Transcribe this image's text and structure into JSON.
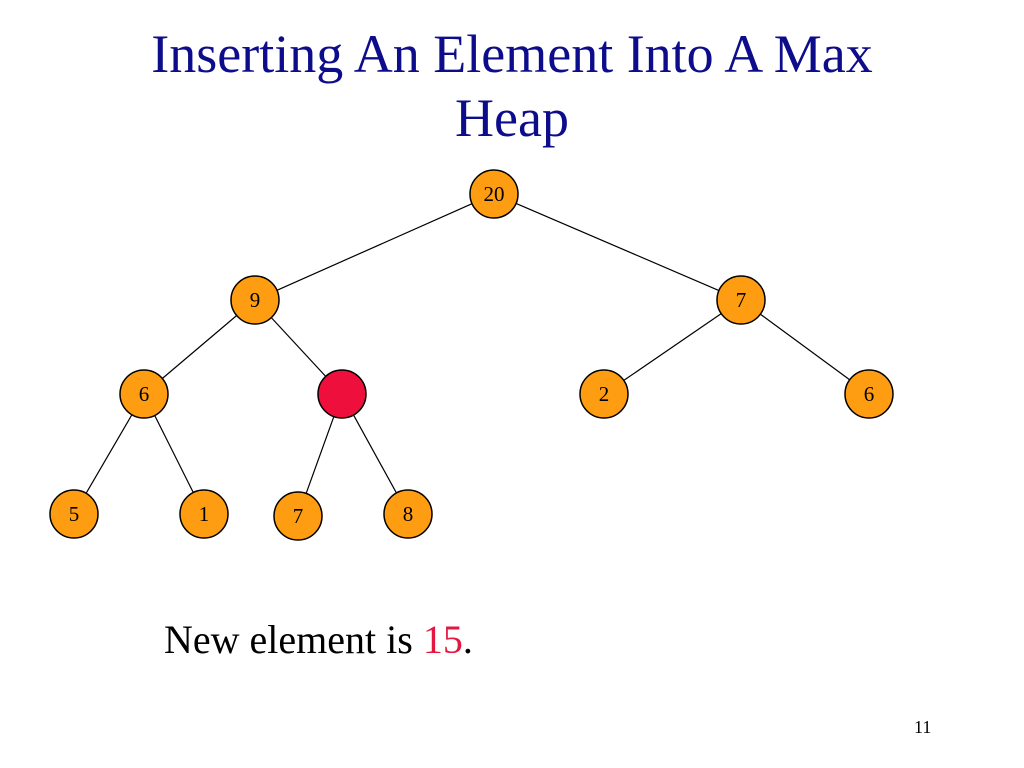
{
  "slide": {
    "title_lines": [
      "Inserting An Element Into A Max",
      "Heap"
    ],
    "caption": {
      "prefix": "New element is ",
      "value": "15",
      "suffix": "."
    },
    "page_number": "11"
  },
  "colors": {
    "title": "#0d0d8c",
    "node_fill": "#ff9d12",
    "new_node_fill": "#ef0f3d",
    "highlight_text": "#e3173f"
  },
  "tree": {
    "nodes": [
      {
        "id": "n20",
        "label": "20",
        "parent": null,
        "new": false
      },
      {
        "id": "n9",
        "label": "9",
        "parent": "n20",
        "new": false
      },
      {
        "id": "n7a",
        "label": "7",
        "parent": "n20",
        "new": false
      },
      {
        "id": "n6a",
        "label": "6",
        "parent": "n9",
        "new": false
      },
      {
        "id": "nNew",
        "label": "",
        "parent": "n9",
        "new": true
      },
      {
        "id": "n2",
        "label": "2",
        "parent": "n7a",
        "new": false
      },
      {
        "id": "n6b",
        "label": "6",
        "parent": "n7a",
        "new": false
      },
      {
        "id": "n5",
        "label": "5",
        "parent": "n6a",
        "new": false
      },
      {
        "id": "n1",
        "label": "1",
        "parent": "n6a",
        "new": false
      },
      {
        "id": "n7b",
        "label": "7",
        "parent": "nNew",
        "new": false
      },
      {
        "id": "n8",
        "label": "8",
        "parent": "nNew",
        "new": false
      }
    ]
  }
}
